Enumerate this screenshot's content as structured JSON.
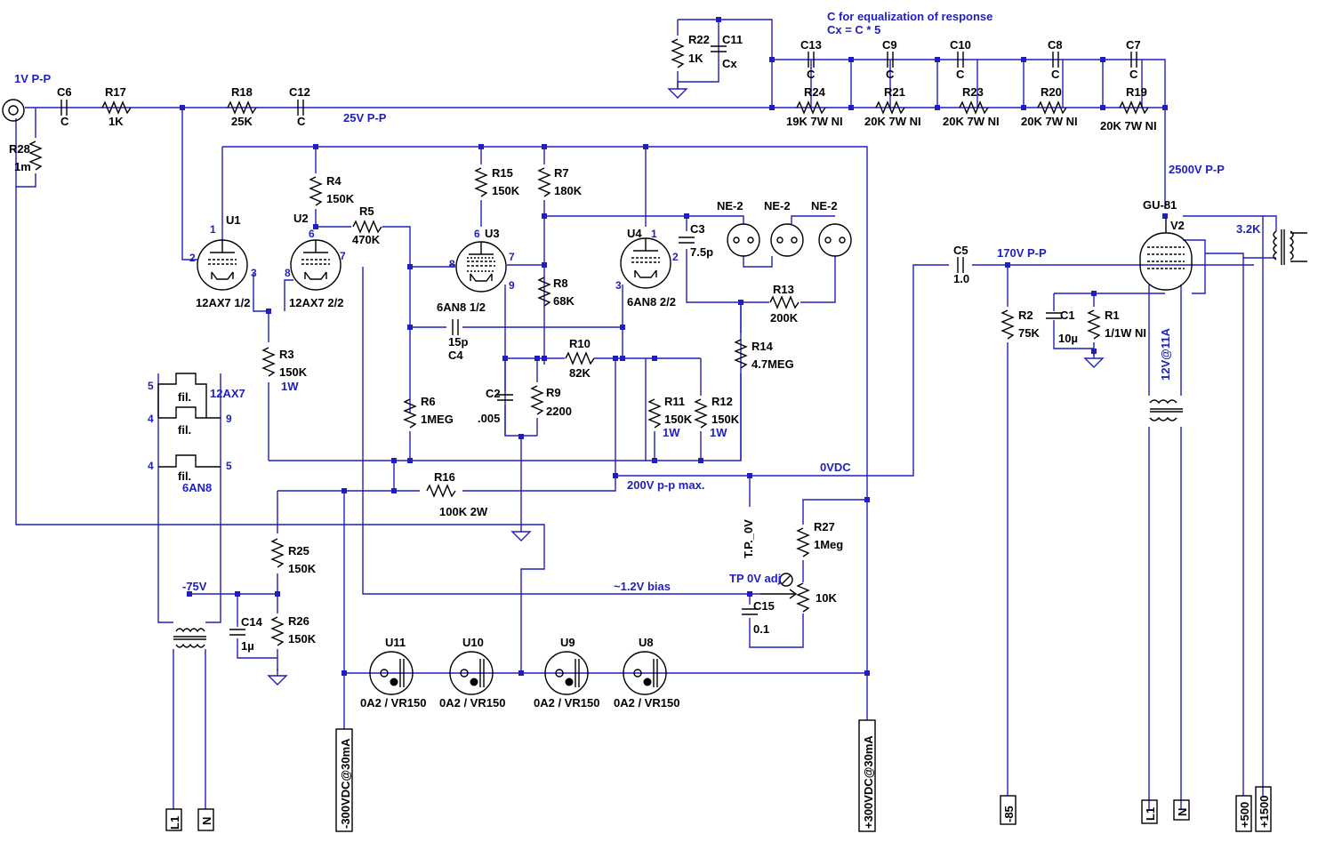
{
  "notes": {
    "input_level": "1V P-P",
    "eq_title": "C for equalization of response",
    "eq_formula": "Cx = C * 5",
    "drive_level": "25V P-P",
    "plate_level": "2500V P-P",
    "grid_level": "170V P-P",
    "zero_vdc": "0VDC",
    "pp_max": "200V p-p max.",
    "bias": "~1.2V bias",
    "tp_adj": "TP 0V adj",
    "neg75": "-75V",
    "out_imp": "3.2K",
    "filament": "12V@11A",
    "tp_label": "T.P._0V"
  },
  "components": {
    "C6": {
      "ref": "C6",
      "value": "C"
    },
    "R17": {
      "ref": "R17",
      "value": "1K"
    },
    "R18": {
      "ref": "R18",
      "value": "25K"
    },
    "C12": {
      "ref": "C12",
      "value": "C"
    },
    "R28": {
      "ref": "R28",
      "value": "1m"
    },
    "R22": {
      "ref": "R22",
      "value": "1K"
    },
    "C11": {
      "ref": "C11",
      "value": "Cx"
    },
    "C13": {
      "ref": "C13",
      "value": "C"
    },
    "C9": {
      "ref": "C9",
      "value": "C"
    },
    "C10": {
      "ref": "C10",
      "value": "C"
    },
    "C8": {
      "ref": "C8",
      "value": "C"
    },
    "C7": {
      "ref": "C7",
      "value": "C"
    },
    "R24": {
      "ref": "R24",
      "value": "19K 7W NI"
    },
    "R21": {
      "ref": "R21",
      "value": "20K 7W NI"
    },
    "R23": {
      "ref": "R23",
      "value": "20K 7W NI"
    },
    "R20": {
      "ref": "R20",
      "value": "20K 7W NI"
    },
    "R19": {
      "ref": "R19",
      "value": "20K 7W NI"
    },
    "R4": {
      "ref": "R4",
      "value": "150K"
    },
    "R5": {
      "ref": "R5",
      "value": "470K"
    },
    "R15": {
      "ref": "R15",
      "value": "150K"
    },
    "R7": {
      "ref": "R7",
      "value": "180K"
    },
    "C3": {
      "ref": "C3",
      "value": "7.5p"
    },
    "R8": {
      "ref": "R8",
      "value": "68K"
    },
    "C4": {
      "ref": "C4",
      "value": "15p"
    },
    "R10": {
      "ref": "R10",
      "value": "82K"
    },
    "R13": {
      "ref": "R13",
      "value": "200K"
    },
    "R14": {
      "ref": "R14",
      "value": "4.7MEG"
    },
    "R3": {
      "ref": "R3",
      "value": "150K",
      "rating": "1W"
    },
    "R6": {
      "ref": "R6",
      "value": "1MEG"
    },
    "C2": {
      "ref": "C2",
      "value": ".005"
    },
    "R9": {
      "ref": "R9",
      "value": "2200"
    },
    "R11": {
      "ref": "R11",
      "value": "150K",
      "rating": "1W"
    },
    "R12": {
      "ref": "R12",
      "value": "150K",
      "rating": "1W"
    },
    "R16": {
      "ref": "R16",
      "value": "100K 2W"
    },
    "R25": {
      "ref": "R25",
      "value": "150K"
    },
    "R26": {
      "ref": "R26",
      "value": "150K"
    },
    "C14": {
      "ref": "C14",
      "value": "1µ"
    },
    "R27": {
      "ref": "R27",
      "value": "1Meg"
    },
    "POT": {
      "value": "10K"
    },
    "C15": {
      "ref": "C15",
      "value": "0.1"
    },
    "C5": {
      "ref": "C5",
      "value": "1.0"
    },
    "R2": {
      "ref": "R2",
      "value": "75K"
    },
    "C1": {
      "ref": "C1",
      "value": "10µ"
    },
    "R1": {
      "ref": "R1",
      "value": "1/1W NI"
    }
  },
  "tubes": {
    "U1": {
      "ref": "U1",
      "type": "12AX7 1/2"
    },
    "U2": {
      "ref": "U2",
      "type": "12AX7 2/2"
    },
    "U3": {
      "ref": "U3",
      "type": "6AN8 1/2"
    },
    "U4": {
      "ref": "U4",
      "type": "6AN8 2/2"
    },
    "V2": {
      "ref": "V2",
      "type": "GU-81"
    },
    "U11": {
      "ref": "U11",
      "type": "0A2 / VR150"
    },
    "U10": {
      "ref": "U10",
      "type": "0A2 / VR150"
    },
    "U9": {
      "ref": "U9",
      "type": "0A2 / VR150"
    },
    "U8": {
      "ref": "U8",
      "type": "0A2 / VR150"
    }
  },
  "neon": [
    "NE-2",
    "NE-2",
    "NE-2"
  ],
  "filaments": {
    "fil": "fil.",
    "tube_a": "12AX7",
    "tube_b": "6AN8"
  },
  "pins": {
    "p1": "1",
    "p2": "2",
    "p3": "3",
    "p4": "4",
    "p5": "5",
    "p6": "6",
    "p7": "7",
    "p8": "8",
    "p9": "9"
  },
  "terminals": {
    "L1a": "L1",
    "Na": "N",
    "neg300": "-300VDC@30mA",
    "pos300": "+300VDC@30mA",
    "neg85": "-85",
    "L1b": "L1",
    "Nb": "N",
    "pos500": "+500",
    "pos1500": "+1500"
  }
}
